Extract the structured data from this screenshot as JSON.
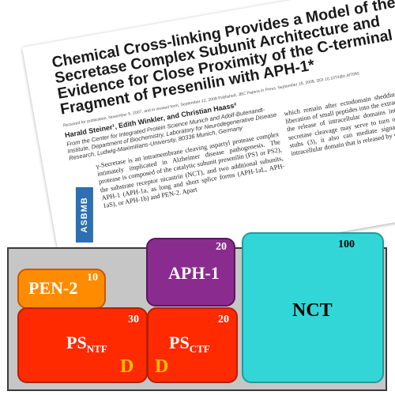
{
  "paper": {
    "title": "Chemical Cross-linking Provides a Model of the γ-Secretase Complex Subunit Architecture and Evidence for Close Proximity of the C-terminal Fragment of Presenilin with APH-1*",
    "meta": "Received for publication, November 5, 2007, and in revised form, September 12, 2008 Published, JBC Papers in Press, September 18, 2008, DOI 10.1074/jbc.M7090",
    "authors": "Harald Steiner¹, Edith Winkler, and Christian Haass²",
    "affiliation": "From the Center for Integrated Protein Science Munich and Adolf-Butenandt-Institute, Department of Biochemistry, Laboratory for Neurodegenerative Disease Research, Ludwig-Maximilians-University, 80336 Munich, Germany",
    "abstract": "γ-Secretase is an intramembrane cleaving aspartyl protease complex intimately implicated in Alzheimer disease pathogenesis. The protease is composed of the catalytic subunit presenilin (PS1 or PS2), the substrate receptor nicastrin (NCT), and two additional subunits, APH-1 (APH-1a, as long and short splice forms (APH-1aL, APH-1aS), or APH-1b) and PEN-2. Apart",
    "right_column": "which remain after ectodomain shedding, results in the liberation of small peptides into the extracellular space and the release of intracellular domains into the cytosol. γ-secretase cleavage may serve to turn over type I protein stubs (3), it also can mediate signal transduction via intracellular domain that is released by γ-secretase",
    "publisher_logo": "ASBMB"
  },
  "subunits": {
    "pen2": {
      "label": "PEN-2",
      "number": "10",
      "color": "#ff8c00"
    },
    "aph1": {
      "label": "APH-1",
      "number": "20",
      "color": "#8a2c8f"
    },
    "nct": {
      "label": "NCT",
      "number": "100",
      "color": "#33d6d6"
    },
    "ps_ntf": {
      "label_main": "PS",
      "label_sub": "NTF",
      "number": "30",
      "mark": "D",
      "color": "#ff2a00"
    },
    "ps_ctf": {
      "label_main": "PS",
      "label_sub": "CTF",
      "number": "20",
      "mark": "D",
      "color": "#ff2a00"
    }
  },
  "panel": {
    "background": "#c6c6c6",
    "aspartate_color": "#ffc000"
  }
}
